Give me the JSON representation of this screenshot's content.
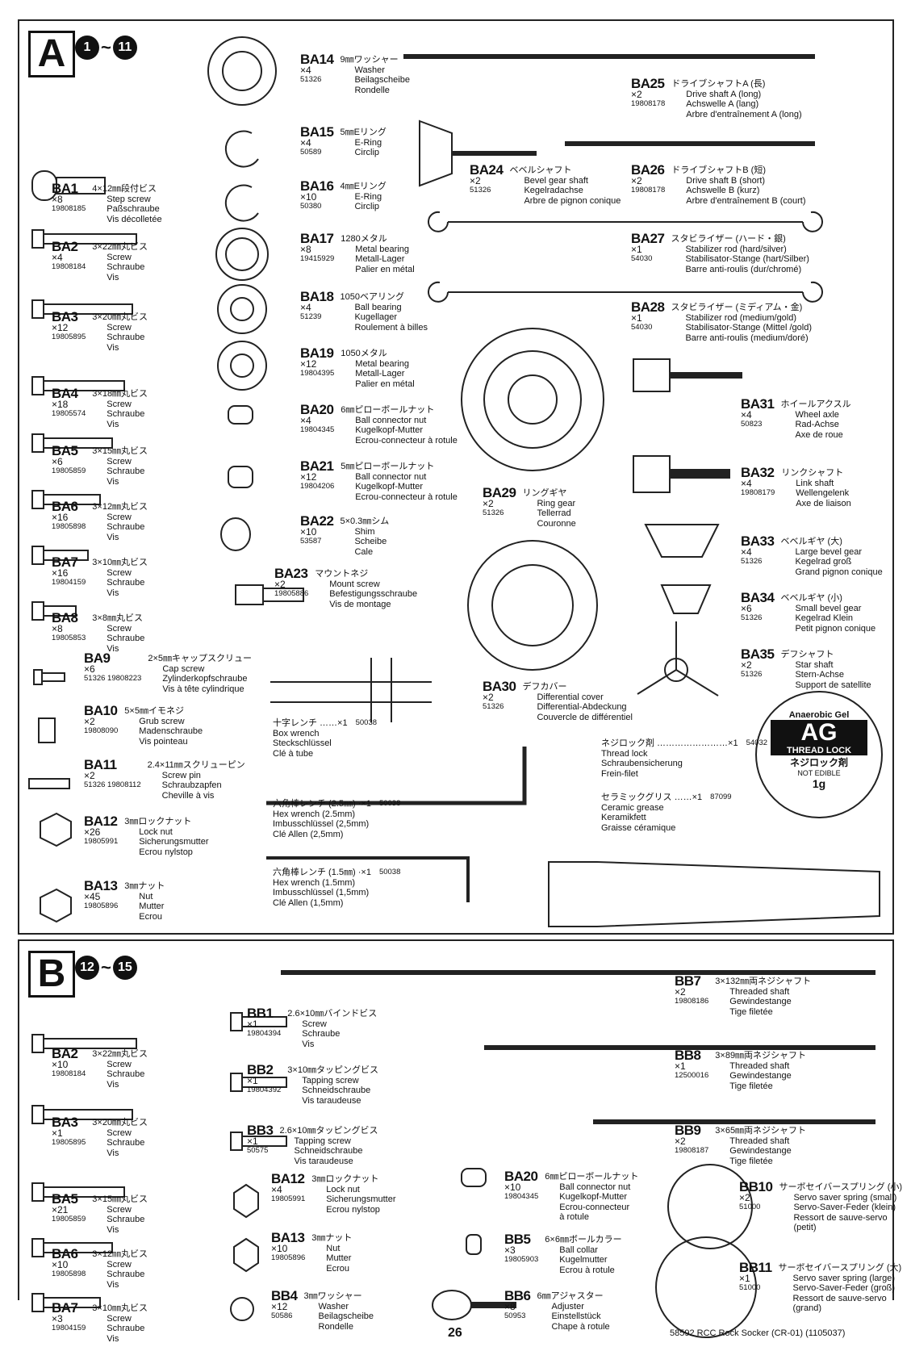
{
  "panelA": {
    "letter": "A",
    "range_from": "1",
    "range_to": "11",
    "parts": [
      {
        "id": "BA14",
        "code": "BA14",
        "qty": "×4",
        "pn": "51326",
        "jp": "9㎜ワッシャー",
        "lines": [
          "Washer",
          "Beilagscheibe",
          "Rondelle"
        ]
      },
      {
        "id": "BA15",
        "code": "BA15",
        "qty": "×4",
        "pn": "50589",
        "jp": "5㎜Eリング",
        "lines": [
          "E-Ring",
          "Circlip"
        ]
      },
      {
        "id": "BA16",
        "code": "BA16",
        "qty": "×10",
        "pn": "50380",
        "jp": "4㎜Eリング",
        "lines": [
          "E-Ring",
          "Circlip"
        ]
      },
      {
        "id": "BA17",
        "code": "BA17",
        "qty": "×8",
        "pn": "19415929",
        "jp": "1280メタル",
        "lines": [
          "Metal bearing",
          "Metall-Lager",
          "Palier en métal"
        ]
      },
      {
        "id": "BA18",
        "code": "BA18",
        "qty": "×4",
        "pn": "51239",
        "jp": "1050ベアリング",
        "lines": [
          "Ball bearing",
          "Kugellager",
          "Roulement à billes"
        ]
      },
      {
        "id": "BA19",
        "code": "BA19",
        "qty": "×12",
        "pn": "19804395",
        "jp": "1050メタル",
        "lines": [
          "Metal bearing",
          "Metall-Lager",
          "Palier en métal"
        ]
      },
      {
        "id": "BA20",
        "code": "BA20",
        "qty": "×4",
        "pn": "19804345",
        "jp": "6㎜ピローボールナット",
        "lines": [
          "Ball connector nut",
          "Kugelkopf-Mutter",
          "Ecrou-connecteur à rotule"
        ]
      },
      {
        "id": "BA21",
        "code": "BA21",
        "qty": "×12",
        "pn": "19804206",
        "jp": "5㎜ピローボールナット",
        "lines": [
          "Ball connector nut",
          "Kugelkopf-Mutter",
          "Ecrou-connecteur à rotule"
        ]
      },
      {
        "id": "BA22",
        "code": "BA22",
        "qty": "×10",
        "pn": "53587",
        "jp": "5×0.3㎜シム",
        "lines": [
          "Shim",
          "Scheibe",
          "Cale"
        ]
      },
      {
        "id": "BA23",
        "code": "BA23",
        "qty": "×2",
        "pn": "19805886",
        "jp": "マウントネジ",
        "lines": [
          "Mount screw",
          "Befestigungsschraube",
          "Vis de montage"
        ]
      },
      {
        "id": "BA1",
        "code": "BA1",
        "qty": "×8",
        "pn": "19808185",
        "jp": "4×12㎜段付ビス",
        "lines": [
          "Step screw",
          "Paßschraube",
          "Vis décolletée"
        ]
      },
      {
        "id": "BA2",
        "code": "BA2",
        "qty": "×4",
        "pn": "19808184",
        "jp": "3×22㎜丸ビス",
        "lines": [
          "Screw",
          "Schraube",
          "Vis"
        ]
      },
      {
        "id": "BA3",
        "code": "BA3",
        "qty": "×12",
        "pn": "19805895",
        "jp": "3×20㎜丸ビス",
        "lines": [
          "Screw",
          "Schraube",
          "Vis"
        ]
      },
      {
        "id": "BA4",
        "code": "BA4",
        "qty": "×18",
        "pn": "19805574",
        "jp": "3×18㎜丸ビス",
        "lines": [
          "Screw",
          "Schraube",
          "Vis"
        ]
      },
      {
        "id": "BA5",
        "code": "BA5",
        "qty": "×6",
        "pn": "19805859",
        "jp": "3×15㎜丸ビス",
        "lines": [
          "Screw",
          "Schraube",
          "Vis"
        ]
      },
      {
        "id": "BA6",
        "code": "BA6",
        "qty": "×16",
        "pn": "19805898",
        "jp": "3×12㎜丸ビス",
        "lines": [
          "Screw",
          "Schraube",
          "Vis"
        ]
      },
      {
        "id": "BA7",
        "code": "BA7",
        "qty": "×16",
        "pn": "19804159",
        "jp": "3×10㎜丸ビス",
        "lines": [
          "Screw",
          "Schraube",
          "Vis"
        ]
      },
      {
        "id": "BA8",
        "code": "BA8",
        "qty": "×8",
        "pn": "19805853",
        "jp": "3×8㎜丸ビス",
        "lines": [
          "Screw",
          "Schraube",
          "Vis"
        ]
      },
      {
        "id": "BA9",
        "code": "BA9",
        "qty": "×6",
        "pn": "51326 19808223",
        "jp": "2×5㎜キャップスクリュー",
        "lines": [
          "Cap screw",
          "Zylinderkopfschraube",
          "Vis à tête cylindrique"
        ]
      },
      {
        "id": "BA10",
        "code": "BA10",
        "qty": "×2",
        "pn": "19808090",
        "jp": "5×5㎜イモネジ",
        "lines": [
          "Grub screw",
          "Madenschraube",
          "Vis pointeau"
        ]
      },
      {
        "id": "BA11",
        "code": "BA11",
        "qty": "×2",
        "pn": "51326 19808112",
        "jp": "2.4×11㎜スクリューピン",
        "lines": [
          "Screw pin",
          "Schraubzapfen",
          "Cheville à vis"
        ]
      },
      {
        "id": "BA12",
        "code": "BA12",
        "qty": "×26",
        "pn": "19805991",
        "jp": "3㎜ロックナット",
        "lines": [
          "Lock nut",
          "Sicherungsmutter",
          "Ecrou nylstop"
        ]
      },
      {
        "id": "BA13",
        "code": "BA13",
        "qty": "×45",
        "pn": "19805896",
        "jp": "3㎜ナット",
        "lines": [
          "Nut",
          "Mutter",
          "Ecrou"
        ]
      },
      {
        "id": "BA24",
        "code": "BA24",
        "qty": "×2",
        "pn": "51326",
        "jp": "ベベルシャフト",
        "lines": [
          "Bevel gear shaft",
          "Kegelradachse",
          "Arbre de pignon conique"
        ]
      },
      {
        "id": "BA25",
        "code": "BA25",
        "qty": "×2",
        "pn": "19808178",
        "jp": "ドライブシャフトA (長)",
        "lines": [
          "Drive shaft A (long)",
          "Achswelle A (lang)",
          "Arbre d'entraînement A (long)"
        ]
      },
      {
        "id": "BA26",
        "code": "BA26",
        "qty": "×2",
        "pn": "19808178",
        "jp": "ドライブシャフトB (短)",
        "lines": [
          "Drive shaft B (short)",
          "Achswelle B (kurz)",
          "Arbre d'entraînement B (court)"
        ]
      },
      {
        "id": "BA27",
        "code": "BA27",
        "qty": "×1",
        "pn": "54030",
        "jp": "スタビライザー (ハード・銀)",
        "lines": [
          "Stabilizer rod (hard/silver)",
          "Stabilisator-Stange (hart/Silber)",
          "Barre anti-roulis (dur/chromé)"
        ]
      },
      {
        "id": "BA28",
        "code": "BA28",
        "qty": "×1",
        "pn": "54030",
        "jp": "スタビライザー (ミディアム・金)",
        "lines": [
          "Stabilizer rod (medium/gold)",
          "Stabilisator-Stange (Mittel /gold)",
          "Barre anti-roulis (medium/doré)"
        ]
      },
      {
        "id": "BA29",
        "code": "BA29",
        "qty": "×2",
        "pn": "51326",
        "jp": "リングギヤ",
        "lines": [
          "Ring gear",
          "Tellerrad",
          "Couronne"
        ]
      },
      {
        "id": "BA30",
        "code": "BA30",
        "qty": "×2",
        "pn": "51326",
        "jp": "デフカバー",
        "lines": [
          "Differential cover",
          "Differential-Abdeckung",
          "Couvercle de différentiel"
        ]
      },
      {
        "id": "BA31",
        "code": "BA31",
        "qty": "×4",
        "pn": "50823",
        "jp": "ホイールアクスル",
        "lines": [
          "Wheel axle",
          "Rad-Achse",
          "Axe de roue"
        ]
      },
      {
        "id": "BA32",
        "code": "BA32",
        "qty": "×4",
        "pn": "19808179",
        "jp": "リンクシャフト",
        "lines": [
          "Link shaft",
          "Wellengelenk",
          "Axe de liaison"
        ]
      },
      {
        "id": "BA33",
        "code": "BA33",
        "qty": "×4",
        "pn": "51326",
        "jp": "ベベルギヤ (大)",
        "lines": [
          "Large bevel gear",
          "Kegelrad groß",
          "Grand pignon conique"
        ]
      },
      {
        "id": "BA34",
        "code": "BA34",
        "qty": "×6",
        "pn": "51326",
        "jp": "ベベルギヤ (小)",
        "lines": [
          "Small bevel gear",
          "Kegelrad Klein",
          "Petit pignon conique"
        ]
      },
      {
        "id": "BA35",
        "code": "BA35",
        "qty": "×2",
        "pn": "51326",
        "jp": "デフシャフト",
        "lines": [
          "Star shaft",
          "Stern-Achse",
          "Support de satellite"
        ]
      }
    ],
    "tools": [
      {
        "id": "box-wrench",
        "jp": "十字レンチ ……×1",
        "pn": "50038",
        "lines": [
          "Box wrench",
          "Steckschlüssel",
          "Clé à tube"
        ]
      },
      {
        "id": "hex-25",
        "jp": "六角棒レンチ (2.5㎜) ·×1",
        "pn": "50038",
        "lines": [
          "Hex wrench (2.5mm)",
          "Imbusschlüssel (2,5mm)",
          "Clé Allen (2,5mm)"
        ]
      },
      {
        "id": "hex-15",
        "jp": "六角棒レンチ (1.5㎜) ·×1",
        "pn": "50038",
        "lines": [
          "Hex wrench (1.5mm)",
          "Imbusschlüssel (1,5mm)",
          "Clé Allen (1,5mm)"
        ]
      },
      {
        "id": "thread-lock",
        "jp": "ネジロック剤 ……………………×1",
        "pn": "54032",
        "lines": [
          "Thread lock",
          "Schraubensicherung",
          "Frein-filet"
        ]
      },
      {
        "id": "ceramic-grease",
        "jp": "セラミックグリス ……×1",
        "pn": "87099",
        "lines": [
          "Ceramic grease",
          "Keramikfett",
          "Graisse céramique"
        ]
      }
    ],
    "threadlock_label": {
      "top": "Anaerobic Gel",
      "big": "AG",
      "band": "THREAD LOCK",
      "jp": "ネジロック剤",
      "small": "1g",
      "note": "NOT EDIBLE"
    }
  },
  "panelB": {
    "letter": "B",
    "range_from": "12",
    "range_to": "15",
    "parts": [
      {
        "id": "BB7",
        "code": "BB7",
        "qty": "×2",
        "pn": "19808186",
        "jp": "3×132㎜両ネジシャフト",
        "lines": [
          "Threaded shaft",
          "Gewindestange",
          "Tige filetée"
        ]
      },
      {
        "id": "BB8",
        "code": "BB8",
        "qty": "×1",
        "pn": "12500016",
        "jp": "3×89㎜両ネジシャフト",
        "lines": [
          "Threaded shaft",
          "Gewindestange",
          "Tige filetée"
        ]
      },
      {
        "id": "BB9",
        "code": "BB9",
        "qty": "×2",
        "pn": "19808187",
        "jp": "3×65㎜両ネジシャフト",
        "lines": [
          "Threaded shaft",
          "Gewindestange",
          "Tige filetée"
        ]
      },
      {
        "id": "BB1",
        "code": "BB1",
        "qty": "×1",
        "pn": "19804394",
        "jp": "2.6×10㎜バインドビス",
        "lines": [
          "Screw",
          "Schraube",
          "Vis"
        ]
      },
      {
        "id": "BB2",
        "code": "BB2",
        "qty": "×1",
        "pn": "19804392",
        "jp": "3×10㎜タッピングビス",
        "lines": [
          "Tapping screw",
          "Schneidschraube",
          "Vis taraudeuse"
        ]
      },
      {
        "id": "BB3",
        "code": "BB3",
        "qty": "×1",
        "pn": "50575",
        "jp": "2.6×10㎜タッピングビス",
        "lines": [
          "Tapping screw",
          "Schneidschraube",
          "Vis taraudeuse"
        ]
      },
      {
        "id": "BA2",
        "code": "BA2",
        "qty": "×10",
        "pn": "19808184",
        "jp": "3×22㎜丸ビス",
        "lines": [
          "Screw",
          "Schraube",
          "Vis"
        ]
      },
      {
        "id": "BA3",
        "code": "BA3",
        "qty": "×1",
        "pn": "19805895",
        "jp": "3×20㎜丸ビス",
        "lines": [
          "Screw",
          "Schraube",
          "Vis"
        ]
      },
      {
        "id": "BA5",
        "code": "BA5",
        "qty": "×21",
        "pn": "19805859",
        "jp": "3×15㎜丸ビス",
        "lines": [
          "Screw",
          "Schraube",
          "Vis"
        ]
      },
      {
        "id": "BA6",
        "code": "BA6",
        "qty": "×10",
        "pn": "19805898",
        "jp": "3×12㎜丸ビス",
        "lines": [
          "Screw",
          "Schraube",
          "Vis"
        ]
      },
      {
        "id": "BA7",
        "code": "BA7",
        "qty": "×3",
        "pn": "19804159",
        "jp": "3×10㎜丸ビス",
        "lines": [
          "Screw",
          "Schraube",
          "Vis"
        ]
      },
      {
        "id": "BA12",
        "code": "BA12",
        "qty": "×4",
        "pn": "19805991",
        "jp": "3㎜ロックナット",
        "lines": [
          "Lock nut",
          "Sicherungsmutter",
          "Ecrou nylstop"
        ]
      },
      {
        "id": "BA13",
        "code": "BA13",
        "qty": "×10",
        "pn": "19805896",
        "jp": "3㎜ナット",
        "lines": [
          "Nut",
          "Mutter",
          "Ecrou"
        ]
      },
      {
        "id": "BB4",
        "code": "BB4",
        "qty": "×12",
        "pn": "50586",
        "jp": "3㎜ワッシャー",
        "lines": [
          "Washer",
          "Beilagscheibe",
          "Rondelle"
        ]
      },
      {
        "id": "BA20",
        "code": "BA20",
        "qty": "×10",
        "pn": "19804345",
        "jp": "6㎜ピローボールナット",
        "lines": [
          "Ball connector nut",
          "Kugelkopf-Mutter",
          "Ecrou-connecteur",
          "à rotule"
        ]
      },
      {
        "id": "BB5",
        "code": "BB5",
        "qty": "×3",
        "pn": "19805903",
        "jp": "6×6㎜ボールカラー",
        "lines": [
          "Ball collar",
          "Kugelmutter",
          "Ecrou à rotule"
        ]
      },
      {
        "id": "BB6",
        "code": "BB6",
        "qty": "×8",
        "pn": "50953",
        "jp": "6㎜アジャスター",
        "lines": [
          "Adjuster",
          "Einstellstück",
          "Chape à rotule"
        ]
      },
      {
        "id": "BB10",
        "code": "BB10",
        "qty": "×2",
        "pn": "51000",
        "jp": "サーボセイバースプリング (小)",
        "lines": [
          "Servo saver spring (small)",
          "Servo-Saver-Feder (klein)",
          "Ressort de sauve-servo (petit)"
        ]
      },
      {
        "id": "BB11",
        "code": "BB11",
        "qty": "×1",
        "pn": "51000",
        "jp": "サーボセイバースプリング (大)",
        "lines": [
          "Servo saver spring (large)",
          "Servo-Saver-Feder (groß)",
          "Ressort de sauve-servo (grand)"
        ]
      }
    ]
  },
  "footer": {
    "page": "26",
    "model": "58592 RCC Rock Socker (CR-01) (1105037)"
  }
}
